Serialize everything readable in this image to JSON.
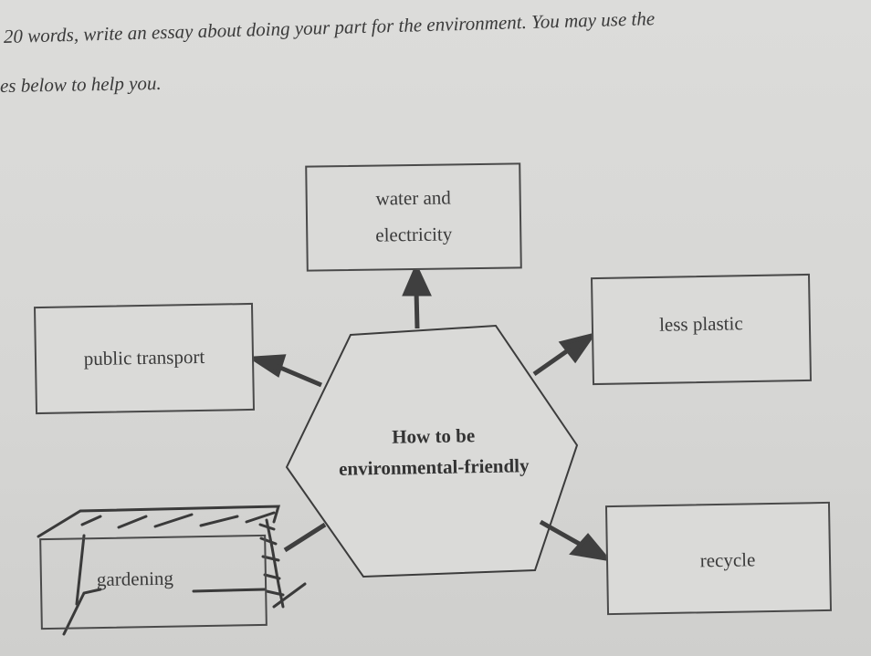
{
  "instructions": {
    "line1": "20 words, write an essay about doing your part for the environment. You may use the",
    "line2": "es below to help you."
  },
  "diagram": {
    "center": {
      "line1": "How to be",
      "line2": "environmental-friendly"
    },
    "nodes": {
      "top": {
        "line1": "water and",
        "line2": "electricity"
      },
      "left": "public transport",
      "right": "less plastic",
      "bottom_left": "gardening",
      "bottom_right": "recycle"
    }
  }
}
